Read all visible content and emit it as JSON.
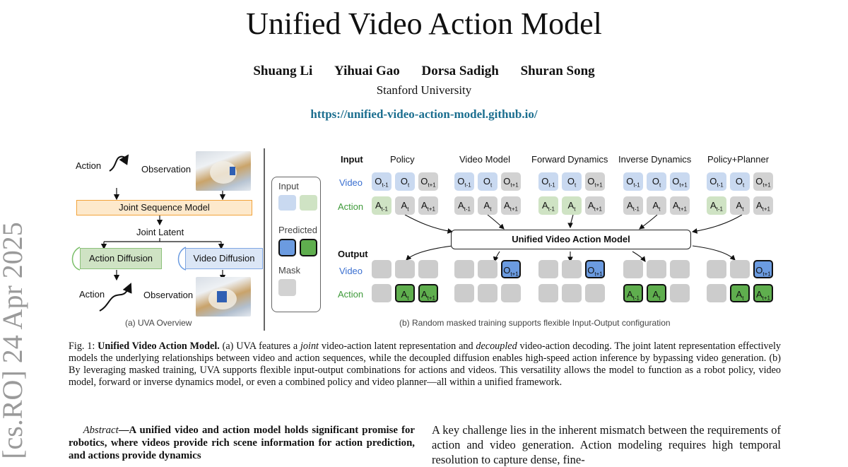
{
  "header": {
    "title": "Unified Video Action Model",
    "authors": [
      "Shuang Li",
      "Yihuai Gao",
      "Dorsa Sadigh",
      "Shuran Song"
    ],
    "affiliation": "Stanford University",
    "url": "https://unified-video-action-model.github.io/"
  },
  "side_stamp": "[cs.RO]  24 Apr 2025",
  "figure": {
    "left": {
      "action_in": "Action",
      "observation_in": "Observation",
      "joint_model": "Joint Sequence Model",
      "joint_latent": "Joint Latent",
      "action_diffusion": "Action Diffusion",
      "video_diffusion": "Video Diffusion",
      "action_out": "Action",
      "observation_out": "Observation",
      "caption": "(a) UVA Overview"
    },
    "legend": {
      "input": "Input",
      "predicted": "Predicted",
      "mask": "Mask"
    },
    "right": {
      "input_label": "Input",
      "output_label": "Output",
      "video_label": "Video",
      "action_label": "Action",
      "columns": [
        "Policy",
        "Video Model",
        "Forward Dynamics",
        "Inverse Dynamics",
        "Policy+Planner"
      ],
      "center_box": "Unified  Video Action Model",
      "caption": "(b) Random masked training supports flexible Input-Output configuration",
      "token_o": "O",
      "token_a": "A",
      "subs": [
        "t-1",
        "t",
        "t+1"
      ]
    }
  },
  "caption": {
    "prefix": "Fig. 1: ",
    "bold": "Unified Video Action Model.",
    "text1": " (a) UVA features a ",
    "em1": "joint",
    "text2": " video-action latent representation and ",
    "em2": "decoupled",
    "text3": " video-action decoding. The joint latent representation effectively models the underlying relationships between video and action sequences, while the decoupled diffusion enables high-speed action inference by bypassing video generation. (b) By leveraging masked training, UVA supports flexible input-output combinations for actions and videos. This versatility allows the model to function as a robot policy, video model, forward or inverse dynamics model, or even a combined policy and video planner—all within a unified framework."
  },
  "abstract": {
    "label": "Abstract",
    "text": "—A unified video and action model holds significant promise for robotics, where videos provide rich scene information for action prediction, and actions provide dynamics"
  },
  "column2": {
    "text": "A key challenge lies in the inherent mismatch between the requirements of action and video generation. Action modeling requires high temporal resolution to capture dense, fine-"
  },
  "colors": {
    "link": "#1b6e8f",
    "blue_token": "#c9d9f0",
    "green_token": "#cfe3c4",
    "predicted_blue": "#6b9be0",
    "predicted_green": "#5fae4e",
    "joint_box": "#fde9cc"
  }
}
